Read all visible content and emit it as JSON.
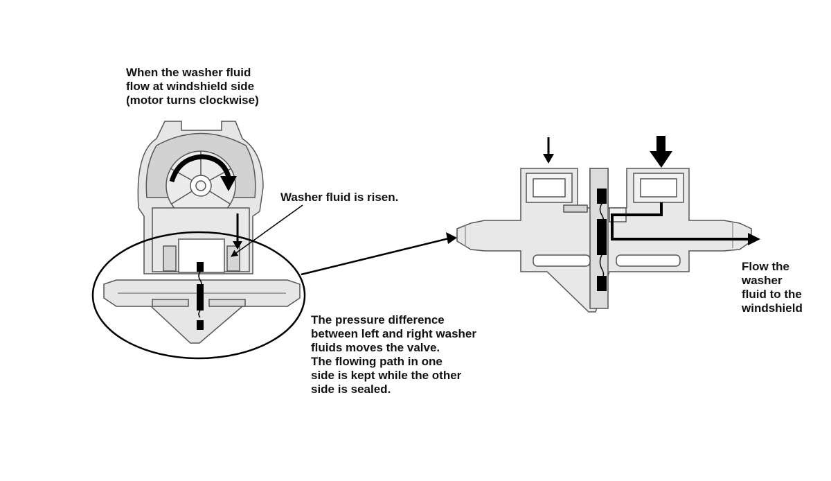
{
  "title": {
    "lines": [
      "When the washer fluid",
      "flow at windshield side",
      "(motor turns clockwise)"
    ]
  },
  "risen_callout": {
    "text": "Washer fluid is risen."
  },
  "pressure_callout": {
    "lines": [
      "The pressure difference",
      "between left and right washer",
      "fluids moves the valve.",
      "The flowing path in one",
      "side is kept while the other",
      "side is sealed."
    ]
  },
  "flow_callout": {
    "lines": [
      "Flow the",
      "washer",
      "fluid to the",
      "windshield"
    ]
  },
  "colors": {
    "outline": "#555555",
    "part_fill": "#e6e6e6",
    "part_shade": "#cfcfcf",
    "ink": "#000000",
    "background": "#ffffff"
  }
}
